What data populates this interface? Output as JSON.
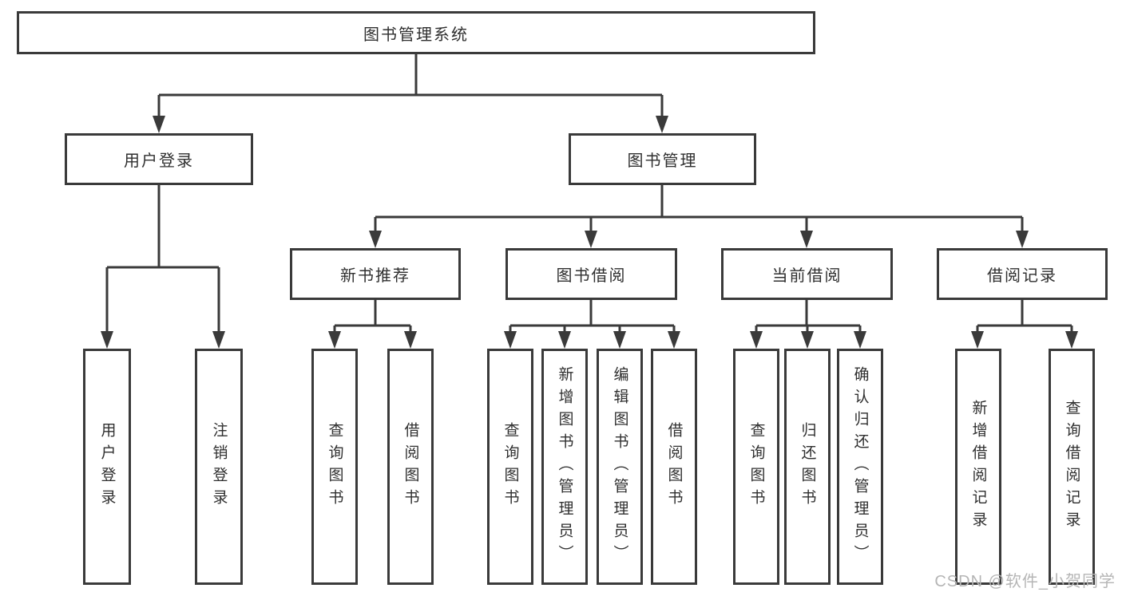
{
  "nodes": {
    "root": "图书管理系统",
    "level2": [
      "用户登录",
      "图书管理"
    ],
    "level3": [
      "新书推荐",
      "图书借阅",
      "当前借阅",
      "借阅记录"
    ],
    "leaves_user": [
      "用户登录",
      "注销登录"
    ],
    "leaves_newbook": [
      "查询图书",
      "借阅图书"
    ],
    "leaves_borrow": [
      "查询图书",
      "新增图书（管理员）",
      "编辑图书（管理员）",
      "借阅图书"
    ],
    "leaves_current": [
      "查询图书",
      "归还图书",
      "确认归还（管理员）"
    ],
    "leaves_record": [
      "新增借阅记录",
      "查询借阅记录"
    ]
  },
  "colors": {
    "line": "#3a3a3a",
    "text": "#2f2f2f",
    "watermark": "#b5b5b5",
    "background": "#ffffff"
  },
  "watermark": "CSDN @软件_小贺同学"
}
